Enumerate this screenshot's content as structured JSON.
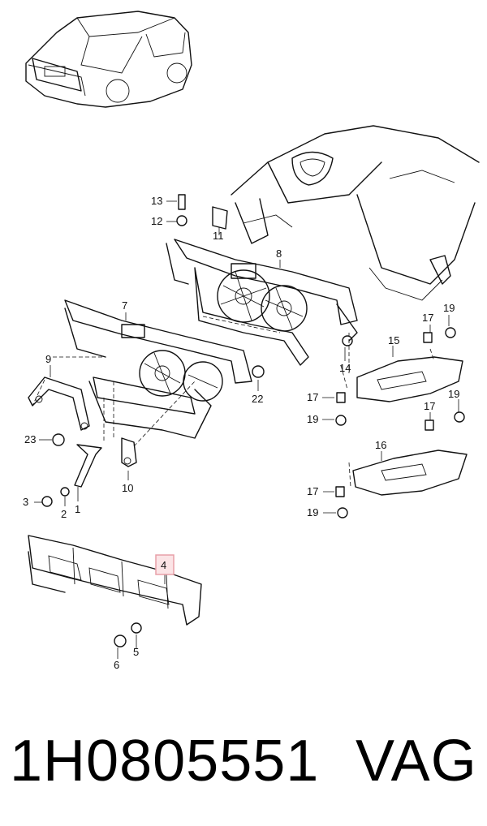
{
  "callouts": {
    "c1": "1",
    "c2": "2",
    "c3": "3",
    "c4": "4",
    "c5": "5",
    "c6": "6",
    "c7": "7",
    "c8": "8",
    "c9": "9",
    "c10": "10",
    "c11": "11",
    "c12": "12",
    "c13": "13",
    "c14": "14",
    "c15": "15",
    "c16": "16",
    "c17a": "17",
    "c17b": "17",
    "c17c": "17",
    "c17d": "17",
    "c19a": "19",
    "c19b": "19",
    "c19c": "19",
    "c19d": "19",
    "c22": "22",
    "c23": "23"
  },
  "highlight": {
    "color": "#e8a0a8",
    "fill": "#fbe4e6"
  },
  "caption": {
    "part_number": "1H0805551",
    "brand": "VAG"
  }
}
